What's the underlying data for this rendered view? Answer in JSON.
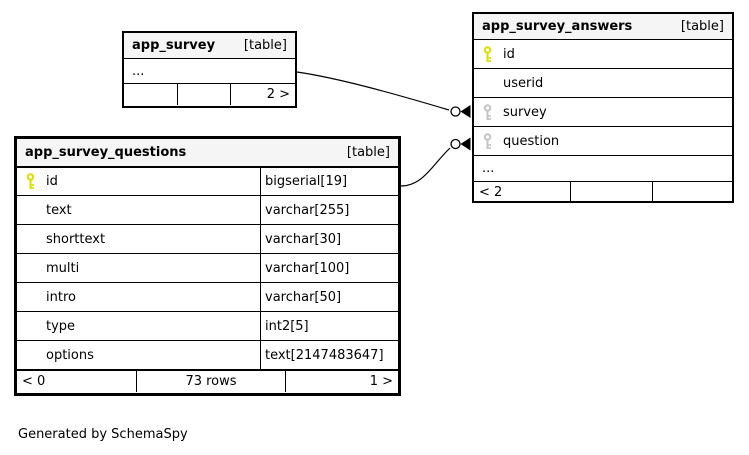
{
  "diagram": {
    "generated_note": "Generated by SchemaSpy"
  },
  "colors": {
    "primary_key_icon": "#dede00",
    "foreign_key_icon": "#c6c6c6",
    "header_background": "#f5f5f5",
    "border": "#000000",
    "background": "#ffffff"
  },
  "tables": [
    {
      "name": "app_survey",
      "badge": "[table]",
      "rows": [
        {
          "name": "...",
          "key": null,
          "type": null
        }
      ],
      "footer": [
        "",
        "",
        "2 >"
      ]
    },
    {
      "name": "app_survey_answers",
      "badge": "[table]",
      "rows": [
        {
          "name": "id",
          "key": "primary",
          "type": null
        },
        {
          "name": "userid",
          "key": null,
          "type": null
        },
        {
          "name": "survey",
          "key": "foreign",
          "type": null
        },
        {
          "name": "question",
          "key": "foreign",
          "type": null
        },
        {
          "name": "...",
          "key": null,
          "type": null
        }
      ],
      "footer": [
        "< 2",
        "",
        ""
      ]
    },
    {
      "name": "app_survey_questions",
      "badge": "[table]",
      "rows": [
        {
          "name": "id",
          "key": "primary",
          "type": "bigserial[19]"
        },
        {
          "name": "text",
          "key": null,
          "type": "varchar[255]"
        },
        {
          "name": "shorttext",
          "key": null,
          "type": "varchar[30]"
        },
        {
          "name": "multi",
          "key": null,
          "type": "varchar[100]"
        },
        {
          "name": "intro",
          "key": null,
          "type": "varchar[50]"
        },
        {
          "name": "type",
          "key": null,
          "type": "int2[5]"
        },
        {
          "name": "options",
          "key": null,
          "type": "text[2147483647]"
        }
      ],
      "footer": [
        "< 0",
        "73 rows",
        "1 >"
      ]
    }
  ],
  "relationships": [
    {
      "from": "app_survey",
      "to": "app_survey_answers.survey"
    },
    {
      "from": "app_survey_questions.id",
      "to": "app_survey_answers.question"
    }
  ]
}
